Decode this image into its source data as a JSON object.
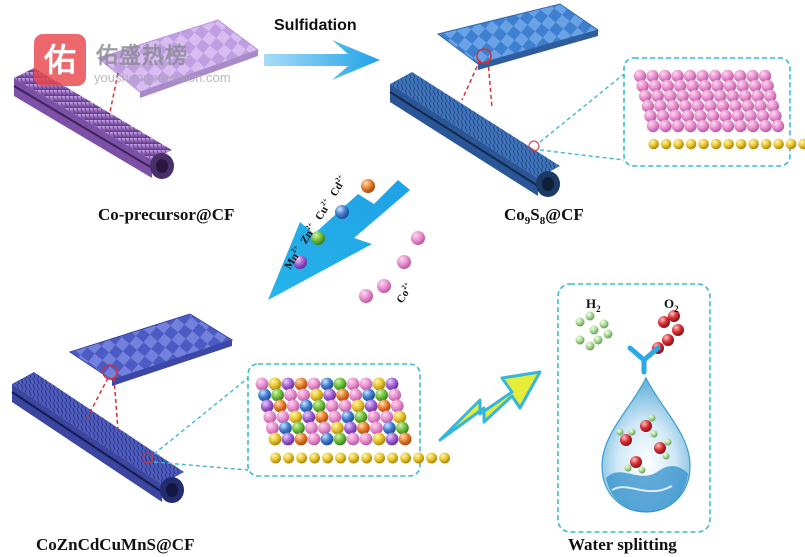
{
  "labels": {
    "sulfidation": "Sulfidation",
    "precursor": "Co-precursor@CF",
    "co9s8_prefix": "Co",
    "co9s8_sub1": "9",
    "co9s8_mid": "S",
    "co9s8_sub2": "8",
    "co9s8_suffix": "@CF",
    "high_entropy": "CoZnCdCuMnS@CF",
    "water": "Water splitting"
  },
  "ions": {
    "mn": "Mn",
    "mn_charge": "2+",
    "zn": "Zn",
    "zn_charge": "2+",
    "cu": "Cu",
    "cu_charge": "2+",
    "cd": "Cd",
    "cd_charge": "2+",
    "co": "Co",
    "co_charge": "2+"
  },
  "gases": {
    "h2": "H",
    "h2_sub": "2",
    "o2": "O",
    "o2_sub": "2"
  },
  "watermark": {
    "logo_char": "佑",
    "name": "佑盛热榜",
    "url": "youshengprecision.com"
  },
  "colors": {
    "precursor": "#a57cc8",
    "co9s8": "#4e86cc",
    "high_entropy": "#5669c4",
    "arrow": "#33a9e6",
    "dashed_box": "#3fb7d4",
    "sphere_pink": "#e98fcf",
    "sphere_yellow": "#e8c42c",
    "lightning_fill": "#e6ec37",
    "lightning_edge": "#36b6dc",
    "h2_sphere": "#a7d893",
    "o2_sphere": "#d42f35"
  }
}
